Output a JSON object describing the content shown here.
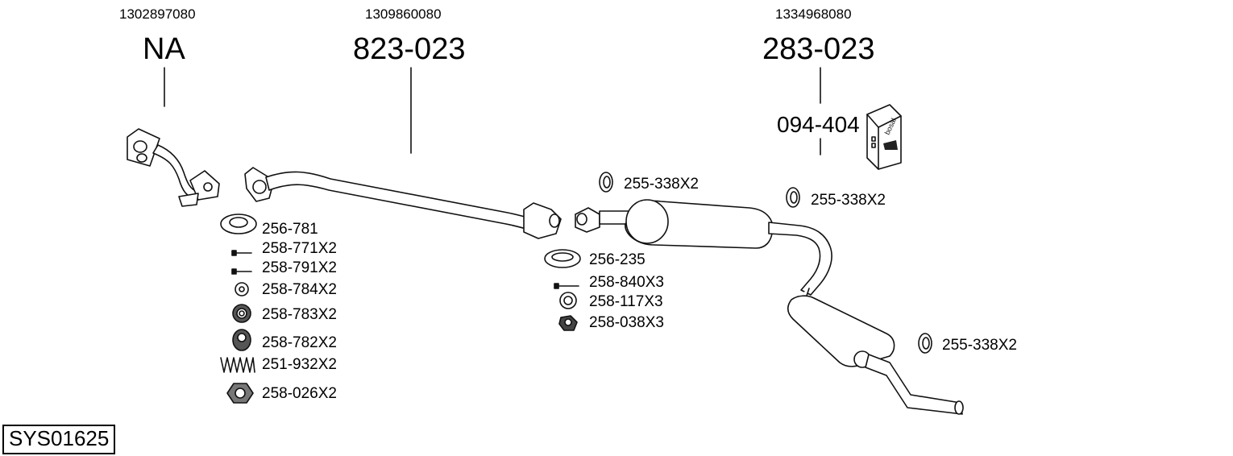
{
  "system_code": "SYS01625",
  "sections": [
    {
      "oe_number": "1302897080",
      "part_number": "NA"
    },
    {
      "oe_number": "1309860080",
      "part_number": "823-023"
    },
    {
      "oe_number": "1334968080",
      "part_number": "283-023",
      "sub_part_number": "094-404"
    }
  ],
  "box_brand": "bosal",
  "parts_left": [
    "256-781",
    "258-771X2",
    "258-791X2",
    "258-784X2",
    "258-783X2",
    "258-782X2",
    "251-932X2",
    "258-026X2"
  ],
  "parts_middle": [
    "255-338X2",
    "256-235",
    "258-840X3",
    "258-117X3",
    "258-038X3"
  ],
  "parts_right": [
    "255-338X2",
    "255-338X2"
  ]
}
